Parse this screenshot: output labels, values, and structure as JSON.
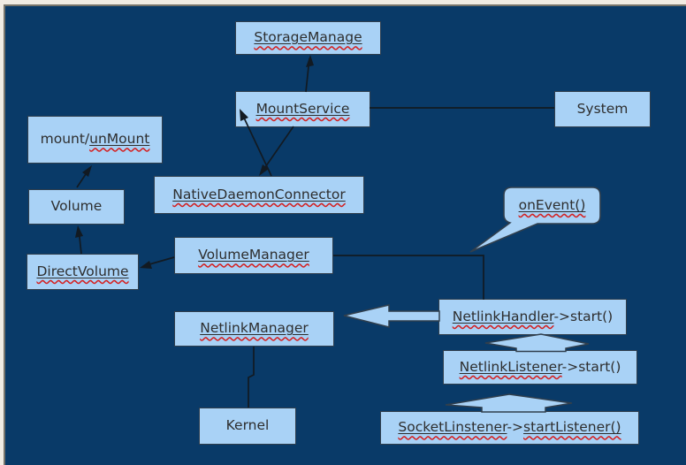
{
  "diagram": {
    "colors": {
      "canvas_background": "#093a68",
      "frame": "#f0ebe3",
      "node_fill": "#a9d2f6",
      "node_border": "#313f4d",
      "connector": "#121a22",
      "spellcheck_underline": "#d42020",
      "text": "#2e2e2e"
    },
    "nodes": {
      "storage_manage": {
        "label": "StorageManage"
      },
      "mount_service": {
        "label": "MountService"
      },
      "system": {
        "label": "System"
      },
      "mount_unmount": {
        "prefix": "mount/",
        "label": "unMount"
      },
      "native_daemon_connector": {
        "label": "NativeDaemonConnector"
      },
      "volume": {
        "label": "Volume"
      },
      "volume_manager": {
        "label": "VolumeManager"
      },
      "direct_volume": {
        "label": "DirectVolume"
      },
      "netlink_manager": {
        "label": "NetlinkManager"
      },
      "netlink_handler": {
        "label": "NetlinkHandler",
        "suffix": "->start()"
      },
      "netlink_listener": {
        "label": "NetlinkListener",
        "suffix": "->start()"
      },
      "socket_listener": {
        "label": "SocketLinstener",
        "separator": "->",
        "label2": "startListener()"
      },
      "kernel": {
        "label": "Kernel"
      },
      "on_event": {
        "label": "onEvent()"
      }
    },
    "edges": [
      {
        "from": "MountService",
        "to": "StorageManage",
        "type": "arrow"
      },
      {
        "from": "MountService",
        "to": "System",
        "type": "plain-line"
      },
      {
        "from": "MountService",
        "to": "NativeDaemonConnector",
        "type": "arrow"
      },
      {
        "from": "NativeDaemonConnector",
        "to": "MountService",
        "type": "arrow"
      },
      {
        "from": "Volume",
        "to": "mount/unMount",
        "type": "arrow"
      },
      {
        "from": "DirectVolume",
        "to": "Volume",
        "type": "arrow"
      },
      {
        "from": "VolumeManager",
        "to": "DirectVolume",
        "type": "arrow"
      },
      {
        "from": "VolumeManager",
        "to": "NetlinkHandler->start()",
        "type": "elbow-line"
      },
      {
        "from": "NetlinkManager",
        "to": "Kernel",
        "type": "elbow-line"
      },
      {
        "from": "NetlinkHandler->start()",
        "to": "NetlinkManager",
        "type": "block-arrow-left"
      },
      {
        "from": "NetlinkListener->start()",
        "to": "NetlinkHandler->start()",
        "type": "block-arrow-up"
      },
      {
        "from": "SocketLinstener->startListener()",
        "to": "NetlinkListener->start()",
        "type": "block-arrow-up"
      },
      {
        "from": "onEvent()",
        "to": "VolumeManager-NetlinkHandler connector",
        "type": "speech-callout"
      }
    ]
  }
}
